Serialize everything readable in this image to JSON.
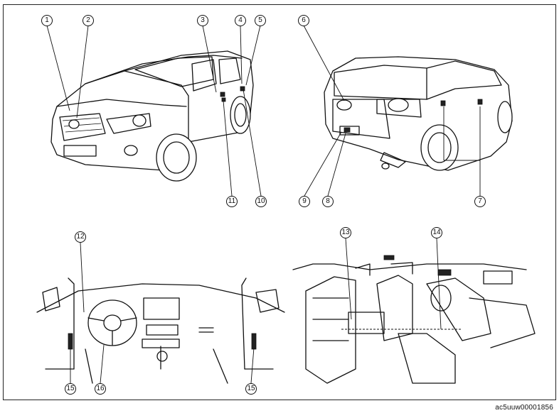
{
  "callouts": [
    "1",
    "2",
    "3",
    "4",
    "5",
    "6",
    "7",
    "8",
    "9",
    "10",
    "11",
    "12",
    "13",
    "14",
    "15",
    "16",
    "15"
  ],
  "image_code": "ac5uuw00001856"
}
